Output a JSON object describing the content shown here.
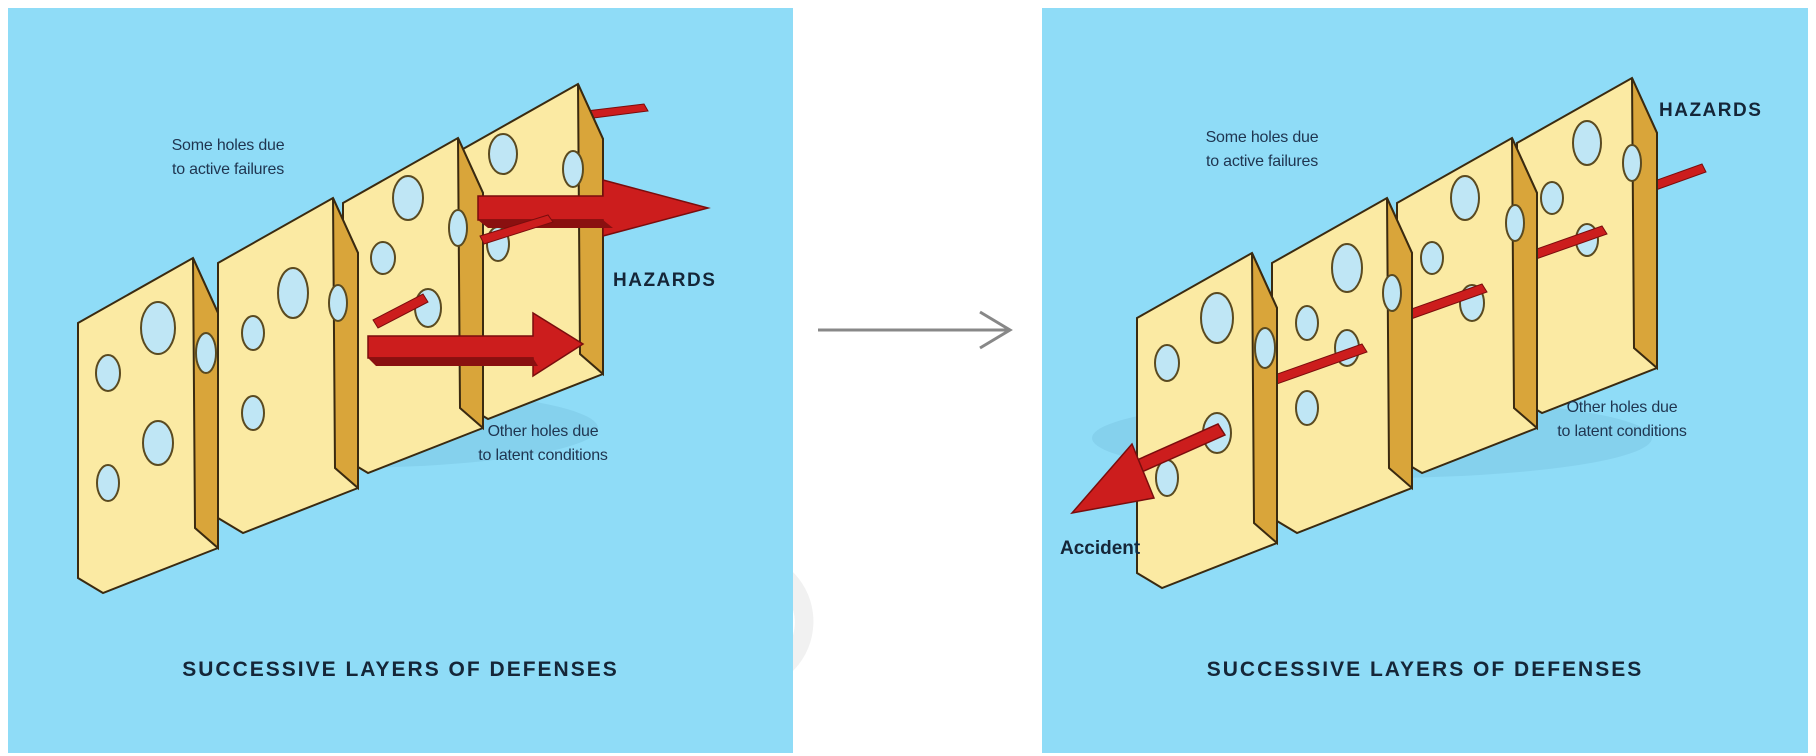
{
  "before": {
    "active_failures_note": [
      "Some holes due",
      "to active failures"
    ],
    "latent_conditions_note": [
      "Other holes due",
      "to latent conditions"
    ],
    "hazards_label": "HAZARDS",
    "footer_title": "SUCCESSIVE LAYERS OF DEFENSES"
  },
  "after": {
    "active_failures_note": [
      "Some holes due",
      "to active failures"
    ],
    "latent_conditions_note": [
      "Other holes due",
      "to latent conditions"
    ],
    "hazards_label": "HAZARDS",
    "accident_label": "Accident",
    "footer_title": "SUCCESSIVE LAYERS OF DEFENSES"
  },
  "colors": {
    "background": "#8fdcf7",
    "cheese_face": "#fbeaa3",
    "cheese_side": "#d9a53a",
    "arrow": "#cc1d1d",
    "transition_arrow": "#888888"
  }
}
